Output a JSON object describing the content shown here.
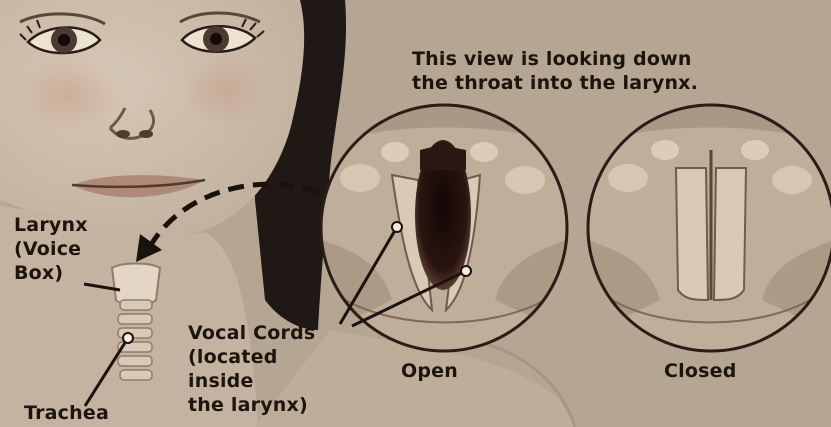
{
  "caption": {
    "line1": "This view is looking down",
    "line2": "the throat into the larynx."
  },
  "labels": {
    "larynx": [
      "Larynx",
      "(Voice",
      "Box)"
    ],
    "trachea": "Trachea",
    "vocal_cords": [
      "Vocal Cords",
      "(located",
      "inside",
      "the larynx)"
    ],
    "open": "Open",
    "closed": "Closed"
  },
  "colors": {
    "background": "#b7a896",
    "skin": "#cdbfae",
    "hair": "#1e1713",
    "text": "#1e140e",
    "glottis_dark": "#1a0d0a"
  }
}
